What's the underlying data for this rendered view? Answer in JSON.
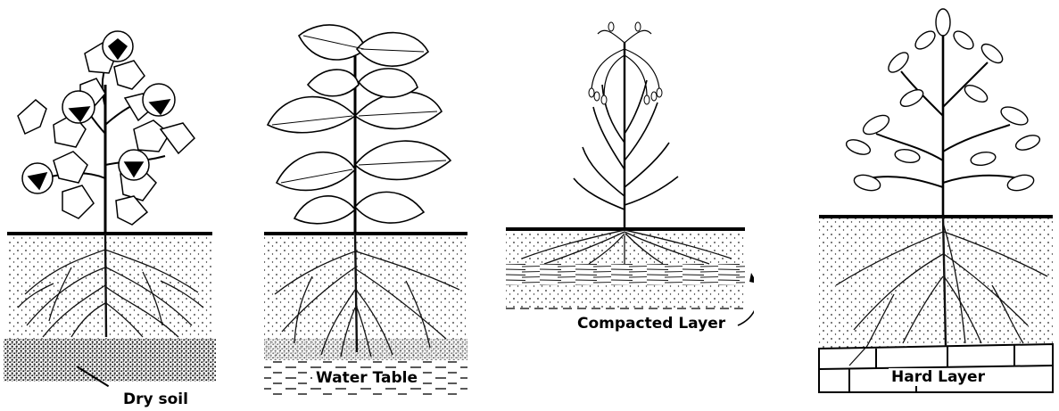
{
  "panels": [
    {
      "id": "cotton",
      "label": "Dry soil"
    },
    {
      "id": "tobacco",
      "label": "Water Table"
    },
    {
      "id": "maize",
      "label": "Compacted Layer"
    },
    {
      "id": "soybean",
      "label": "Hard Layer"
    }
  ]
}
